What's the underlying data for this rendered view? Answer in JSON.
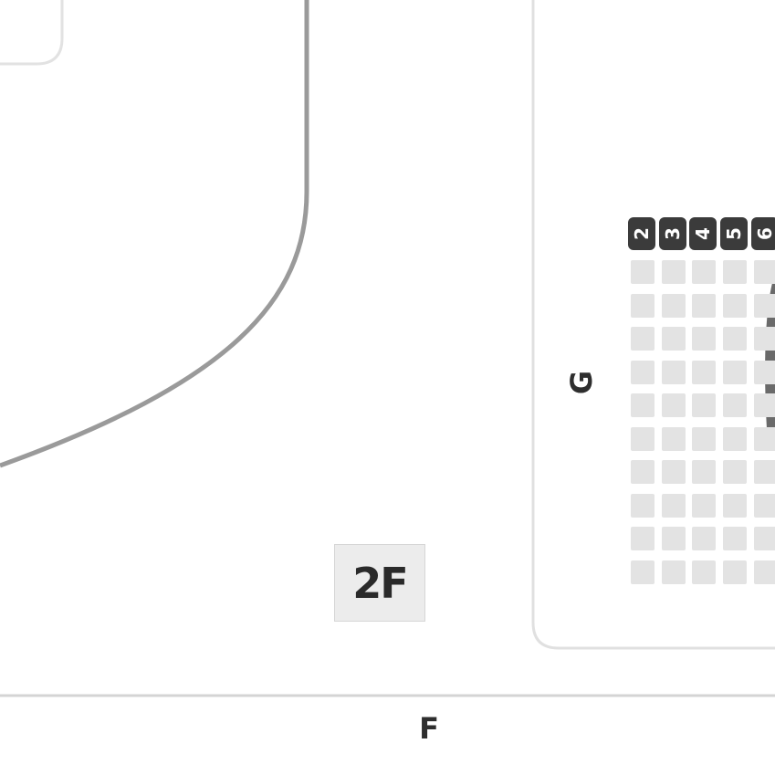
{
  "floor": {
    "label": "2F"
  },
  "sections": {
    "g_label": "G",
    "f_label": "F"
  },
  "section_g": {
    "column_numbers": [
      "2",
      "3",
      "4",
      "5",
      "6"
    ],
    "seat_rows": 10
  },
  "colors": {
    "outline": "#9a9a9a",
    "panel_border": "#e0e0e0",
    "seat": "#e3e3e3",
    "badge": "#3b3b3b",
    "divider": "#d4d4d4"
  }
}
